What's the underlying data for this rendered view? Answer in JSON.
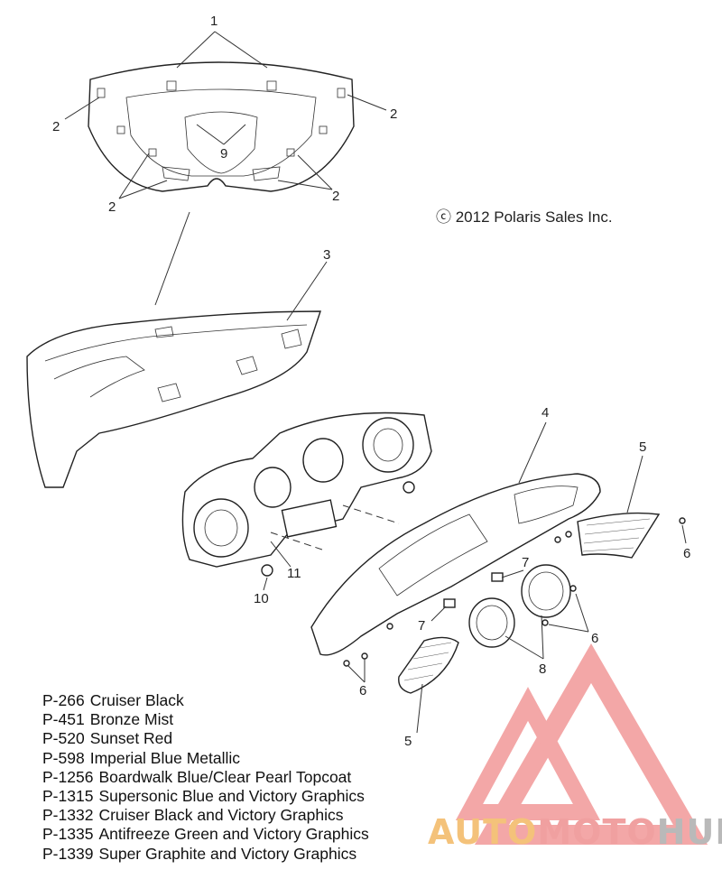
{
  "callouts": {
    "c1": "1",
    "c2a": "2",
    "c2b": "2",
    "c2c": "2",
    "c2d": "2",
    "c3": "3",
    "c4": "4",
    "c5a": "5",
    "c5b": "5",
    "c6a": "6",
    "c6b": "6",
    "c6c": "6",
    "c7a": "7",
    "c7b": "7",
    "c8": "8",
    "c9": "9",
    "c10": "10",
    "c11": "11"
  },
  "copyright": "ⓒ 2012 Polaris Sales Inc.",
  "paint_codes": [
    {
      "code": "P-266",
      "name": "Cruiser Black"
    },
    {
      "code": "P-451",
      "name": "Bronze Mist"
    },
    {
      "code": "P-520",
      "name": "Sunset Red"
    },
    {
      "code": "P-598",
      "name": "Imperial Blue Metallic"
    },
    {
      "code": "P-1256",
      "name": "Boardwalk Blue/Clear Pearl Topcoat"
    },
    {
      "code": "P-1315",
      "name": "Supersonic Blue and Victory Graphics"
    },
    {
      "code": "P-1332",
      "name": "Cruiser Black and Victory Graphics"
    },
    {
      "code": "P-1335",
      "name": "Antifreeze Green and Victory Graphics"
    },
    {
      "code": "P-1339",
      "name": "Super Graphite and Victory Graphics"
    }
  ],
  "watermark": {
    "part1": "AUTO",
    "part2": "MOTO",
    "part3": "HUB",
    "colors": {
      "auto": "#f4c27a",
      "moto": "#f0a0a0",
      "hub": "#b9b9b9",
      "logo": "#f08a8a"
    }
  }
}
